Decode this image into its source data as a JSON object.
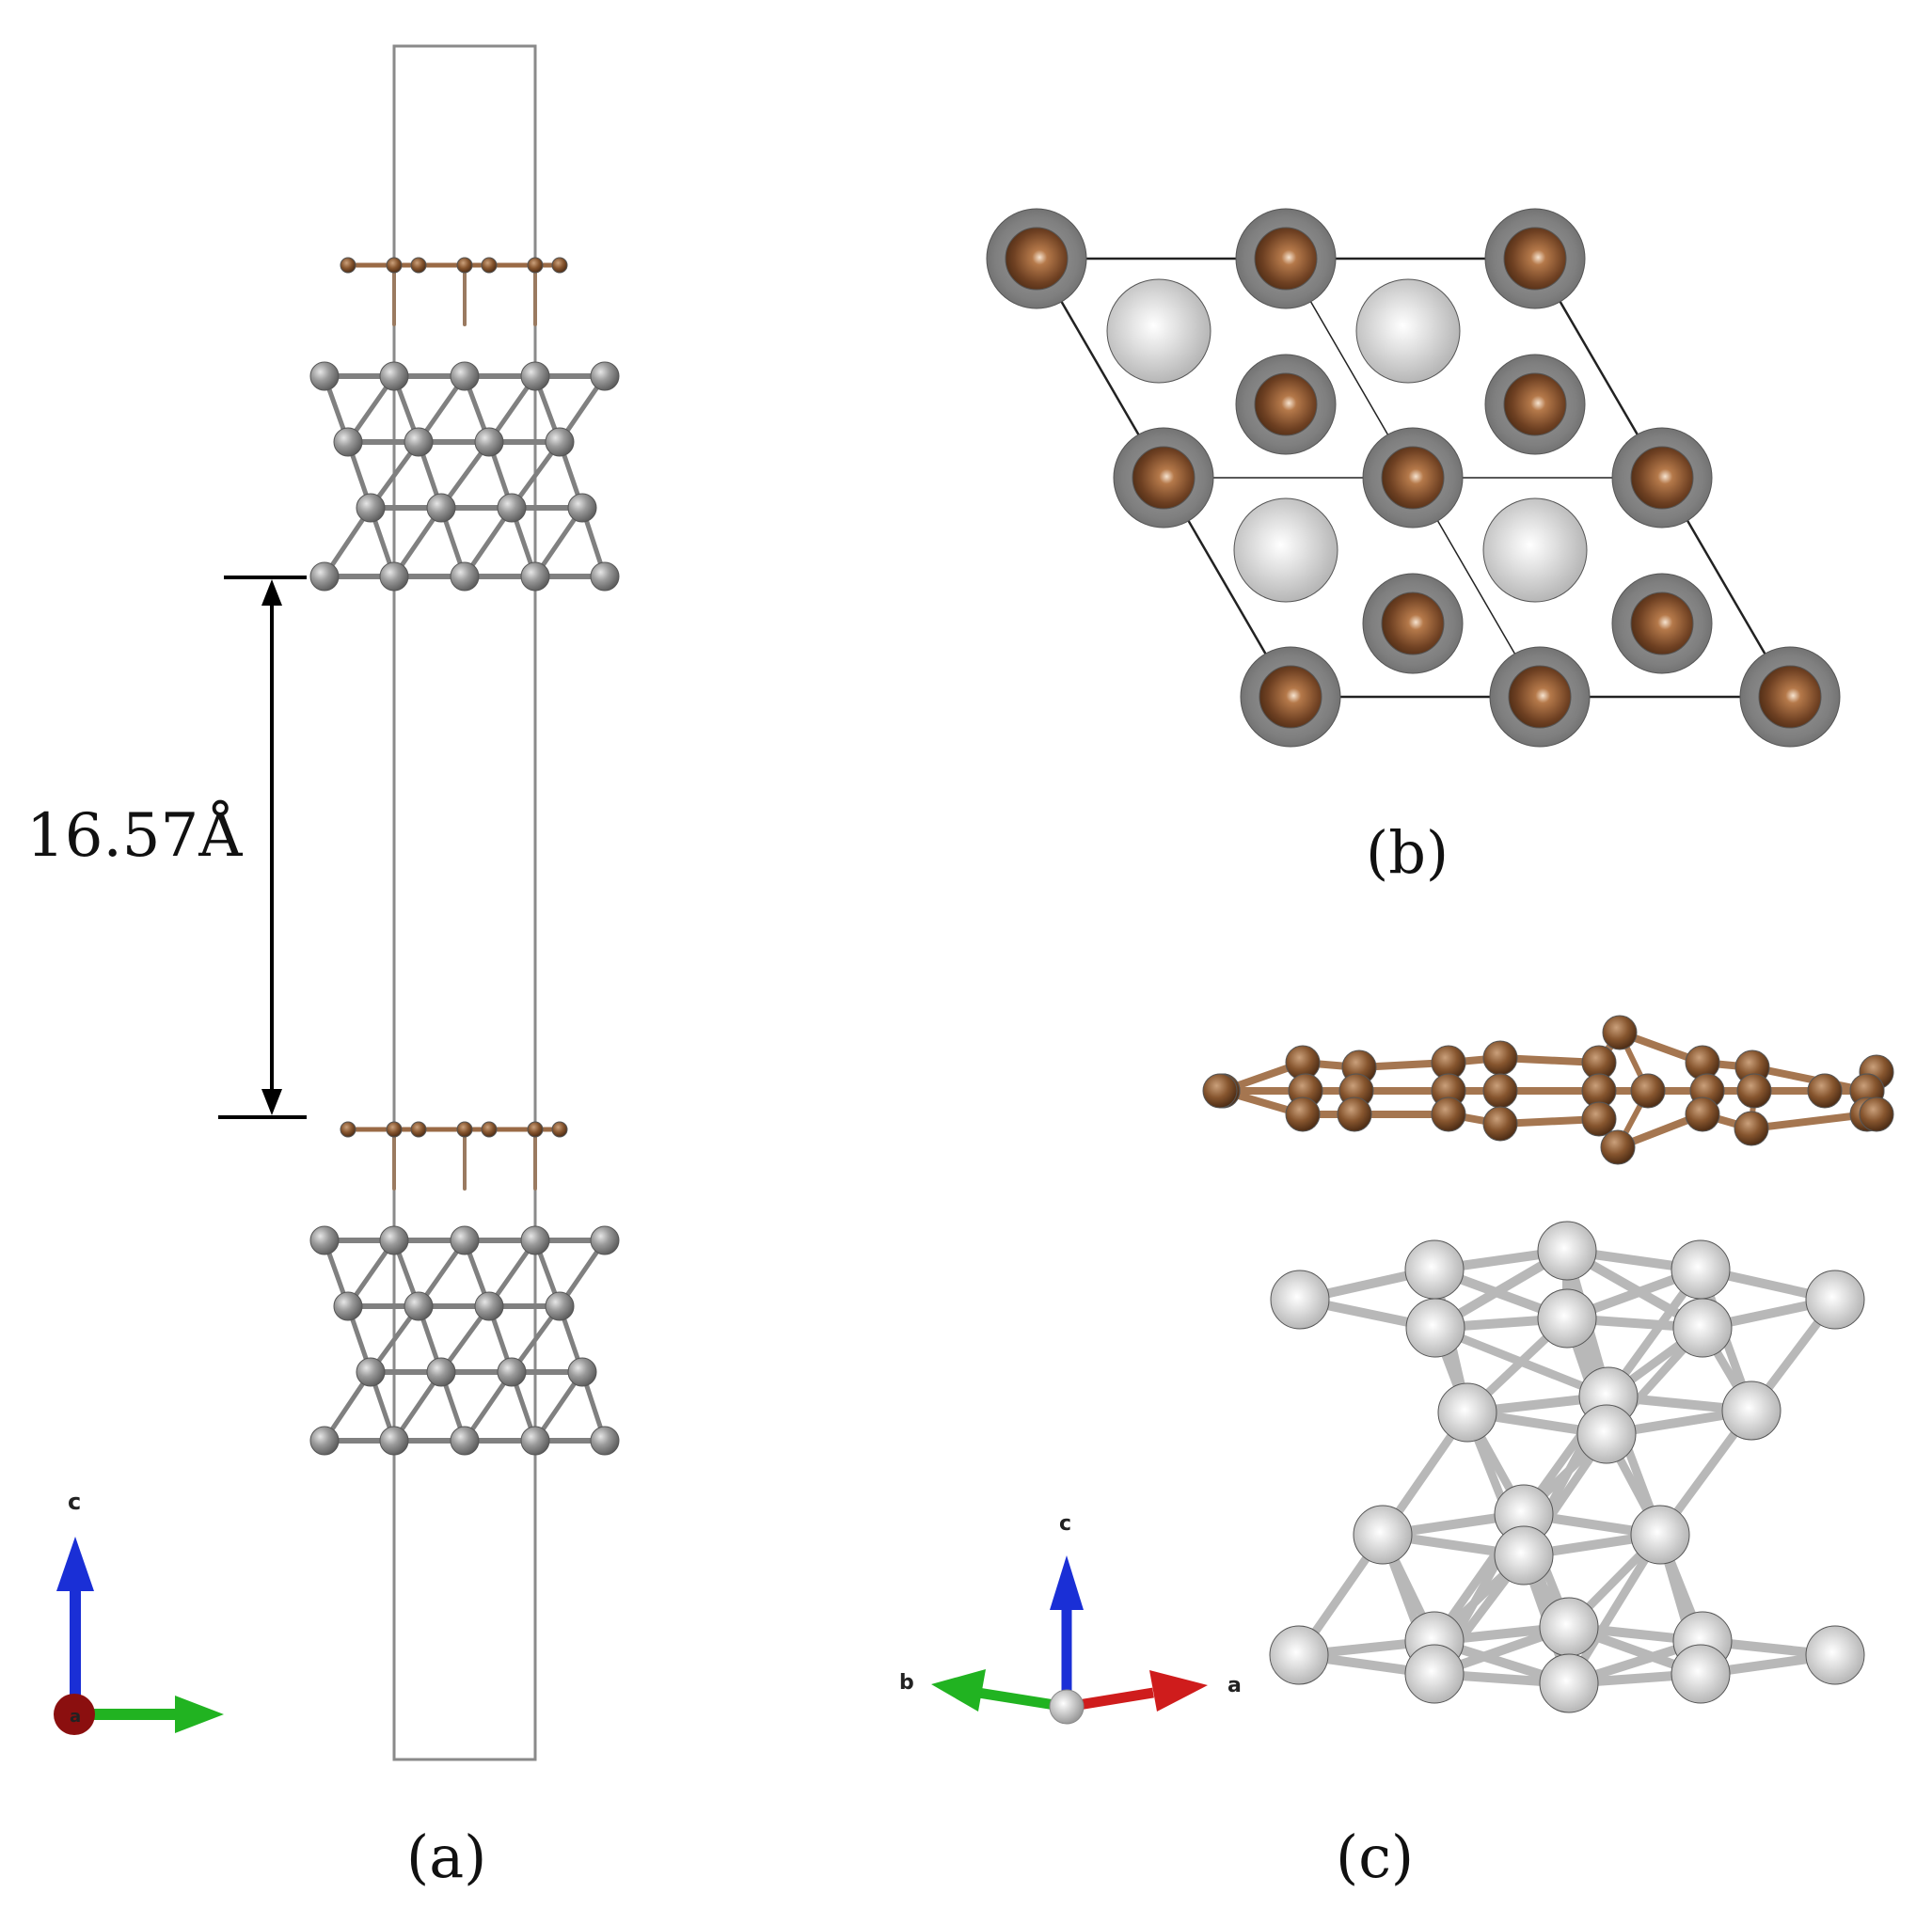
{
  "panels": {
    "a": {
      "label": "(a)",
      "distance_label": "16.57Å"
    },
    "b": {
      "label": "(b)"
    },
    "c": {
      "label": "(c)"
    }
  },
  "axes": {
    "a": {
      "c": "c",
      "origin": "a"
    },
    "c": {
      "c": "c",
      "a": "a",
      "b": "b"
    }
  },
  "colors": {
    "metal_atom": "#8a8a8a",
    "metal_atom_light": "#d4d4d4",
    "cu_atom": "#7a4a2a",
    "axis_c": "#1a2fd6",
    "axis_b": "#21b321",
    "axis_a": "#cf1c1c"
  }
}
